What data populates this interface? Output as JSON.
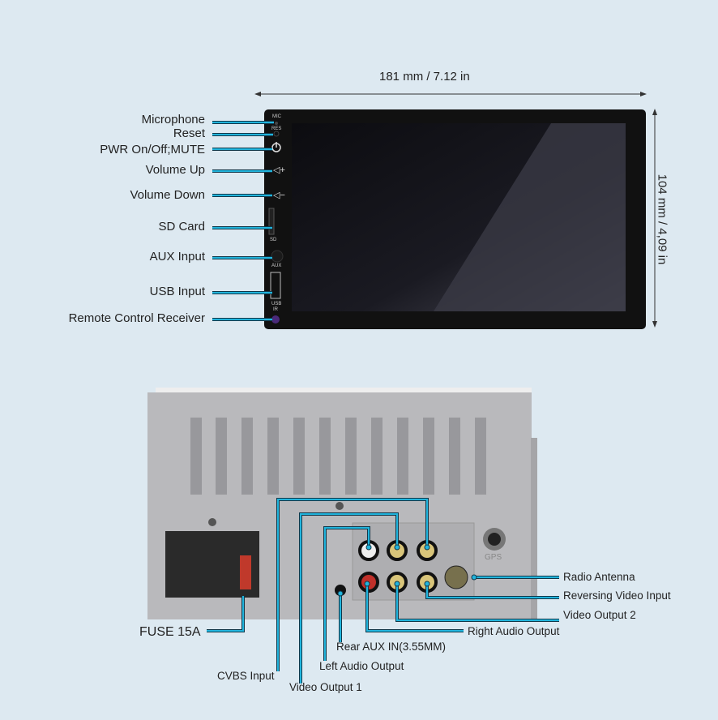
{
  "dimensions": {
    "width": "181 mm / 7.12 in",
    "height": "104 mm / 4,09 in"
  },
  "front_labels": [
    "Microphone",
    "Reset",
    "PWR On/Off;MUTE",
    "Volume Up",
    "Volume Down",
    "SD Card",
    "AUX Input",
    "USB Input",
    "Remote Control Receiver"
  ],
  "panel_marks": {
    "mic": "MIC",
    "res": "RES",
    "sd": "SD",
    "aux": "AUX",
    "usb": "USB",
    "ir": "IR",
    "gps": "GPS"
  },
  "rear_labels": {
    "radio_antenna": "Radio Antenna",
    "reversing_video": "Reversing Video Input",
    "video_output_2": "Video Output 2",
    "right_audio": "Right Audio Output",
    "rear_aux": "Rear AUX IN(3.55MM)",
    "left_audio": "Left Audio Output",
    "cvbs": "CVBS Input",
    "video_output_1": "Video Output 1",
    "fuse": "FUSE 15A"
  },
  "colors": {
    "line": "#21b4dc",
    "background": "#dde9f1"
  }
}
